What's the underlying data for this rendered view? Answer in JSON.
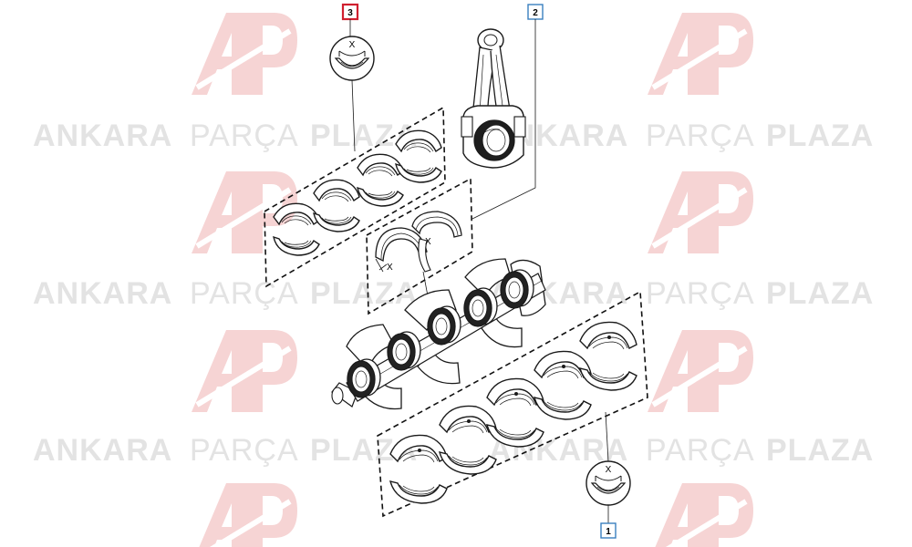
{
  "watermark": {
    "brand_bold_1": "ANKARA",
    "brand_light": "PARÇA",
    "brand_bold_2": "PLAZA",
    "logo_color": "#f5d5d5",
    "text_color": "#e3e3e3"
  },
  "callouts": [
    {
      "label": "3",
      "border_color": "#d01f2f",
      "meaning": "upper main bearing shells"
    },
    {
      "label": "2",
      "border_color": "#3a7fbf",
      "meaning": "connecting rod bearings"
    },
    {
      "label": "1",
      "border_color": "#3a7fbf",
      "meaning": "lower main bearing shells"
    }
  ],
  "symbols": {
    "x_mark": "X",
    "thrust_mark": "X"
  },
  "icons": [
    "bearing-shell-icon",
    "connecting-rod-icon",
    "crankshaft-icon",
    "thrust-washer-icon",
    "bearing-symbol-icon"
  ]
}
